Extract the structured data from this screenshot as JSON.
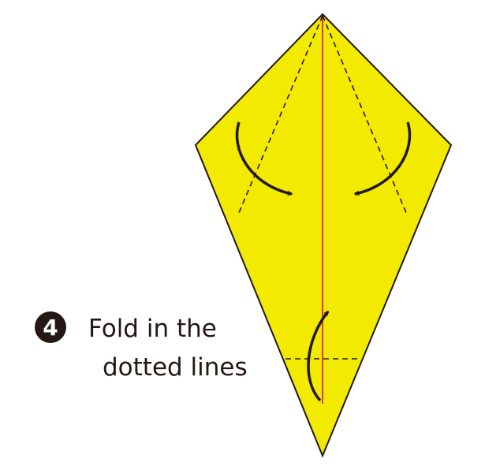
{
  "colors": {
    "paper_fill": "#f2ea00",
    "paper_edge": "#231815",
    "center_crease": "#e60012",
    "fold_line": "#231815",
    "arrow": "#231815",
    "text": "#231815",
    "badge_fill": "#231815",
    "badge_text": "#ffffff"
  },
  "step": {
    "number": "4",
    "instruction_line1": "Fold in the",
    "instruction_line2": "dotted lines"
  }
}
